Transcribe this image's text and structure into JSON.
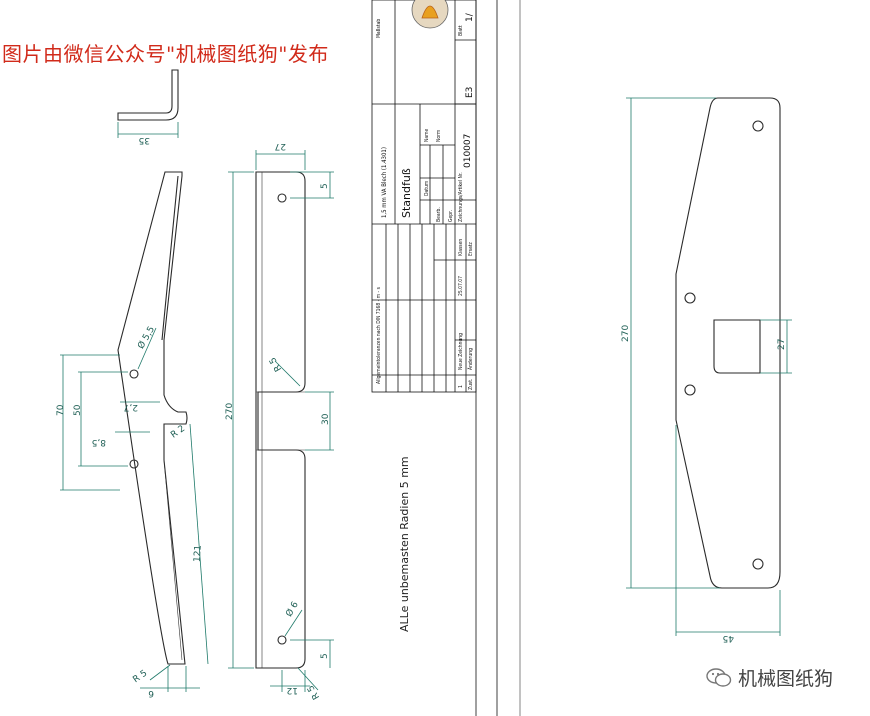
{
  "watermarks": {
    "top": "图片由微信公众号\"机械图纸狗\"发布",
    "bottom_right": "机械图纸狗"
  },
  "drawing_note": "ALLe unbemasten Radien 5 mm",
  "title_block": {
    "material": "1,5 mm VA Blech (1.4301)",
    "part_name": "Standfuß",
    "drawing_number": "010007",
    "format": "E3",
    "sheet": "1/",
    "revision_index": "1",
    "revision_text": "Neue Zeichnung",
    "revision_date": "25.07.07",
    "tolerance_note": "Allgemeintoleranzen nach DIN 7168 - m - s",
    "labels": {
      "massstab": "Maßstab",
      "name": "Name",
      "datum": "Datum",
      "bearb": "Bearb.",
      "gepr": "Gepr.",
      "norm": "Norm",
      "zeichnungs_nr": "Zeichnungs/Artikel Nr.",
      "blatt": "Blatt",
      "zust": "Zust.",
      "aenderung": "Änderung",
      "klassen": "Klassen",
      "ersatz": "Ersatz"
    }
  },
  "dimensions": {
    "bend_width": "35",
    "side_70": "70",
    "side_50": "50",
    "side_8_5": "8,5",
    "side_2_7": "2,7",
    "side_R2": "R 2",
    "side_hole": "Ø 5,5",
    "side_121": "121",
    "side_R5": "R 5",
    "side_6": "6",
    "front_27": "27",
    "front_270": "270",
    "front_5_top": "5",
    "front_R5": "R 5",
    "front_30": "30",
    "front_hole6": "Ø 6",
    "front_5_bottom": "5",
    "front_12": "12",
    "front_R5_bottom": "R 5",
    "flat_270": "270",
    "flat_27": "27",
    "flat_45": "45"
  },
  "colors": {
    "dimension": "#1f7a6a",
    "watermark": "#d12a1a"
  }
}
